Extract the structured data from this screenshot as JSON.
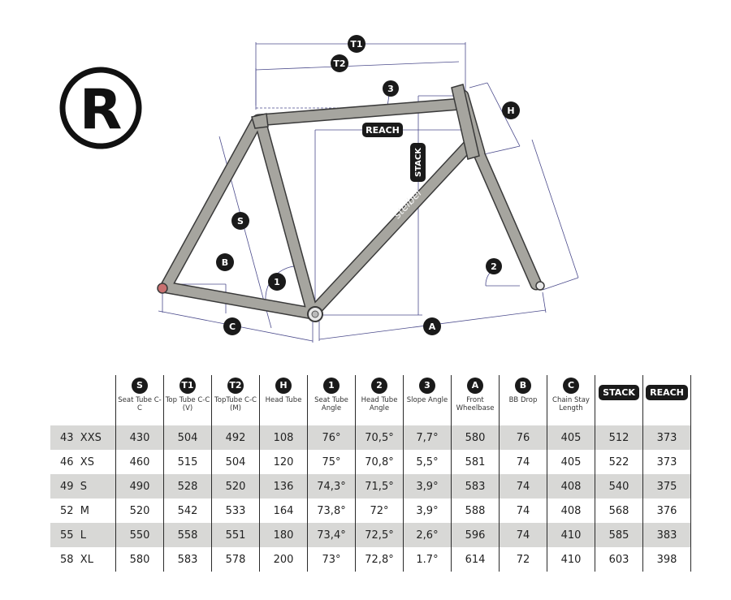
{
  "brand": "stelbel",
  "logo_letter": "R",
  "labels": {
    "T1": "T1",
    "T2": "T2",
    "n3": "3",
    "H": "H",
    "REACH": "REACH",
    "STACK": "STACK",
    "S": "S",
    "B": "B",
    "n1": "1",
    "n2": "2",
    "C": "C",
    "A": "A"
  },
  "table": {
    "columns": [
      {
        "badge": "S",
        "name": "Seat Tube C-C",
        "style": "circle"
      },
      {
        "badge": "T1",
        "name": "Top Tube C-C (V)",
        "style": "circle"
      },
      {
        "badge": "T2",
        "name": "TopTube C-C (M)",
        "style": "circle"
      },
      {
        "badge": "H",
        "name": "Head Tube",
        "style": "circle"
      },
      {
        "badge": "1",
        "name": "Seat Tube Angle",
        "style": "circle"
      },
      {
        "badge": "2",
        "name": "Head Tube Angle",
        "style": "circle"
      },
      {
        "badge": "3",
        "name": "Slope Angle",
        "style": "circle"
      },
      {
        "badge": "A",
        "name": "Front Wheelbase",
        "style": "circle"
      },
      {
        "badge": "B",
        "name": "BB Drop",
        "style": "circle"
      },
      {
        "badge": "C",
        "name": "Chain Stay Length",
        "style": "circle"
      },
      {
        "badge": "STACK",
        "name": "",
        "style": "pill"
      },
      {
        "badge": "REACH",
        "name": "",
        "style": "pill"
      }
    ],
    "rows": [
      {
        "size": "43  XXS",
        "values": [
          "430",
          "504",
          "492",
          "108",
          "76°",
          "70,5°",
          "7,7°",
          "580",
          "76",
          "405",
          "512",
          "373"
        ]
      },
      {
        "size": "46  XS",
        "values": [
          "460",
          "515",
          "504",
          "120",
          "75°",
          "70,8°",
          "5,5°",
          "581",
          "74",
          "405",
          "522",
          "373"
        ]
      },
      {
        "size": "49  S",
        "values": [
          "490",
          "528",
          "520",
          "136",
          "74,3°",
          "71,5°",
          "3,9°",
          "583",
          "74",
          "408",
          "540",
          "375"
        ]
      },
      {
        "size": "52  M",
        "values": [
          "520",
          "542",
          "533",
          "164",
          "73,8°",
          "72°",
          "3,9°",
          "588",
          "74",
          "408",
          "568",
          "376"
        ]
      },
      {
        "size": "55  L",
        "values": [
          "550",
          "558",
          "551",
          "180",
          "73,4°",
          "72,5°",
          "2,6°",
          "596",
          "74",
          "410",
          "585",
          "383"
        ]
      },
      {
        "size": "58  XL",
        "values": [
          "580",
          "583",
          "578",
          "200",
          "73°",
          "72,8°",
          "1.7°",
          "614",
          "72",
          "410",
          "603",
          "398"
        ]
      }
    ]
  }
}
